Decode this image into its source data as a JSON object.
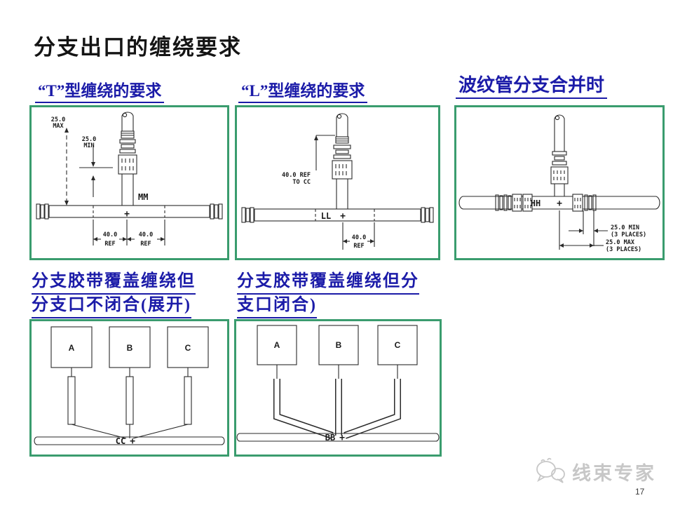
{
  "slide": {
    "title": "分支出口的缠绕要求",
    "page_number": "17",
    "watermark_text": "线束专家"
  },
  "headings": {
    "t_type": "“T”型缠绕的要求",
    "l_type": "“L”型缠绕的要求",
    "corrugated": "波纹管分支合并时",
    "open_branch_line1": "分支胶带覆盖缠绕但",
    "open_branch_line2": "分支口不闭合(展开)",
    "closed_branch_line1": "分支胶带覆盖缠绕但分",
    "closed_branch_line2": "支口闭合)"
  },
  "diagram_t": {
    "dim_max_value": "25.0",
    "dim_max_qual": "MAX",
    "dim_min_value": "25.0",
    "dim_min_qual": "MIN",
    "branch_code": "MM",
    "center_mark": "+",
    "left_ref_value": "40.0",
    "left_ref_qual": "REF",
    "right_ref_value": "40.0",
    "right_ref_qual": "REF"
  },
  "diagram_l": {
    "dim_line1": "40.0 REF",
    "dim_line2": "TO CC",
    "branch_code": "LL",
    "center_mark": "+",
    "ref_value": "40.0",
    "ref_qual": "REF"
  },
  "diagram_h": {
    "branch_code": "HH",
    "center_mark": "+",
    "dim_min_line1": "25.0 MIN",
    "dim_min_line2": "(3 PLACES)",
    "dim_max_line1": "25.0 MAX",
    "dim_max_line2": "(3 PLACES)"
  },
  "diagram_cc": {
    "box_a": "A",
    "box_b": "B",
    "box_c": "C",
    "junction_code": "CC",
    "center_mark": "+"
  },
  "diagram_bb": {
    "box_a": "A",
    "box_b": "B",
    "box_c": "C",
    "junction_code": "BB",
    "center_mark": "+"
  },
  "colors": {
    "frame_green": "#3a9c6e",
    "heading_blue": "#1b1ba8",
    "ink": "#2a2a2a",
    "watermark_gray": "#c7c7c7"
  }
}
